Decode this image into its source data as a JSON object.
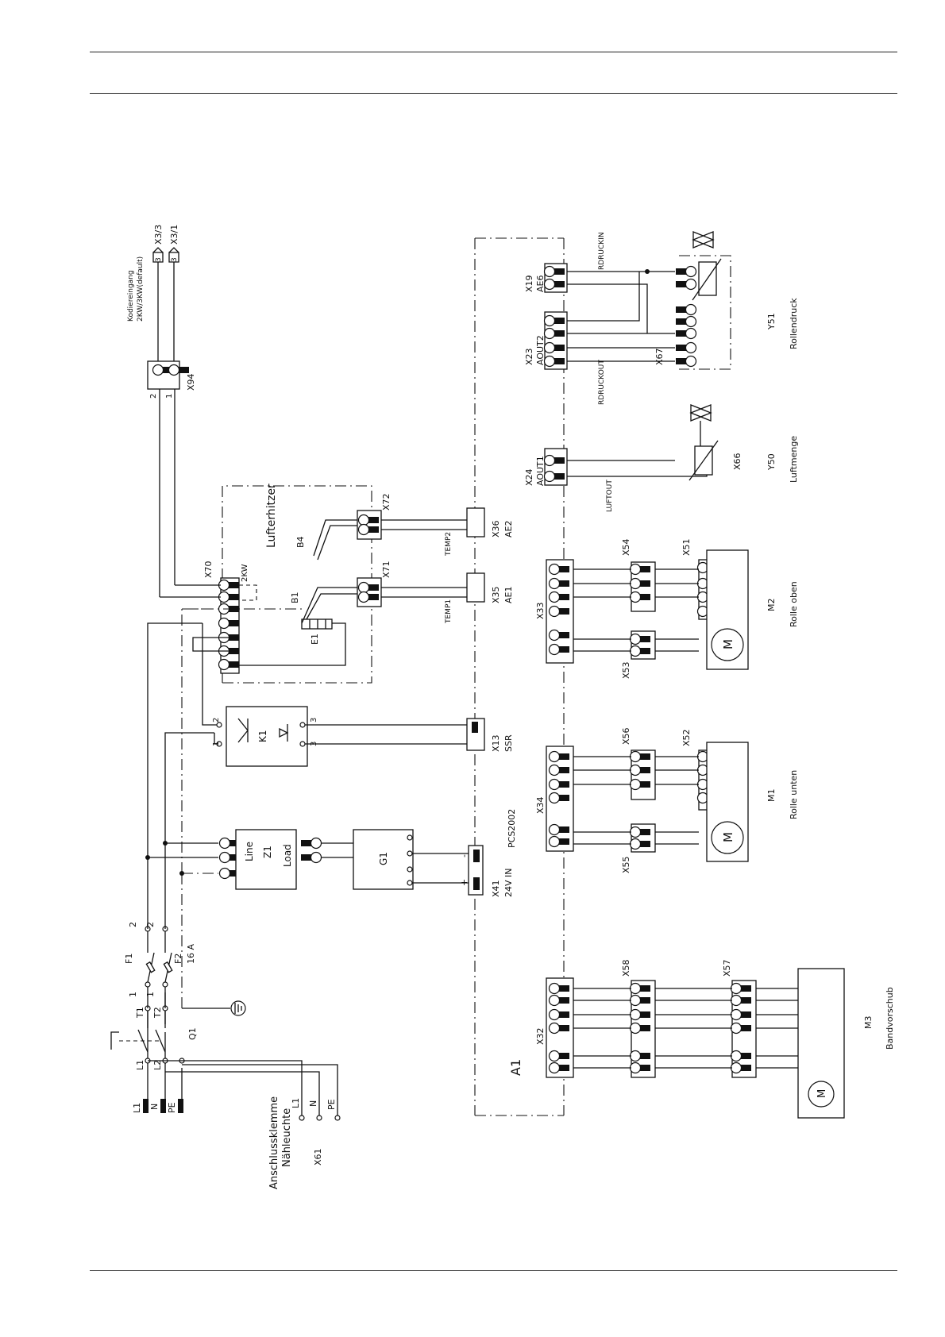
{
  "labels": {
    "x94": "X94",
    "kodiereingang": "Kodiereingang",
    "kodier_opts": "2KW/3KW(default)",
    "x3_3": "X3/3",
    "x3_1": "X3/1",
    "pin3": "3",
    "pin2": "2",
    "pin1": "1",
    "lufterhitzer": "Lufterhitzer",
    "x70": "X70",
    "kw2": "2KW",
    "x71": "X71",
    "x72": "X72",
    "b1": "B1",
    "b4": "B4",
    "e1": "E1",
    "k1": "K1",
    "z1": "Z1",
    "line": "Line",
    "load": "Load",
    "g1": "G1",
    "f1": "F1",
    "f2": "F2",
    "a16": "16 A",
    "t1": "T1",
    "t2": "T2",
    "l1": "L1",
    "l2": "L2",
    "q1": "Q1",
    "n": "N",
    "pe": "PE",
    "anschluss1": "Anschlussklemme",
    "anschluss2": "Nähleuchte",
    "x61": "X61",
    "x13": "X13",
    "ssr": "SSR",
    "x35": "X35",
    "ae1": "AE1",
    "x36": "X36",
    "ae2": "AE2",
    "temp1": "TEMP1",
    "temp2": "TEMP2",
    "x41": "X41",
    "v24in": "24V IN",
    "pcs": "PCS2002",
    "a1": "A1",
    "x24": "X24",
    "aout1": "AOUT1",
    "luftout": "LUFTOUT",
    "x66": "X66",
    "y50": "Y50",
    "luftmenge": "Luftmenge",
    "x19": "X19",
    "ae6": "AE6",
    "rdruckin": "RDRUCKIN",
    "x23": "X23",
    "aout2": "AOUT2",
    "rdruckout": "RDRUCKOUT",
    "x67": "X67",
    "y51": "Y51",
    "rollendruck": "Rollendruck",
    "x33": "X33",
    "x54": "X54",
    "x51": "X51",
    "x53": "X53",
    "m2": "M2",
    "rolle_oben": "Rolle oben",
    "x34": "X34",
    "x56": "X56",
    "x52": "X52",
    "x55": "X55",
    "m1": "M1",
    "rolle_unten": "Rolle unten",
    "x32": "X32",
    "x58": "X58",
    "x57": "X57",
    "m3": "M3",
    "bandvorschub": "Bandvorschub",
    "motor": "M",
    "plus": "+",
    "minus": "-"
  },
  "colors": {
    "ink": "#111111",
    "paper": "#ffffff"
  },
  "icons": [
    "motor-symbol",
    "valve-icon",
    "ground-icon",
    "fuse-icon",
    "thyristor-icon"
  ]
}
